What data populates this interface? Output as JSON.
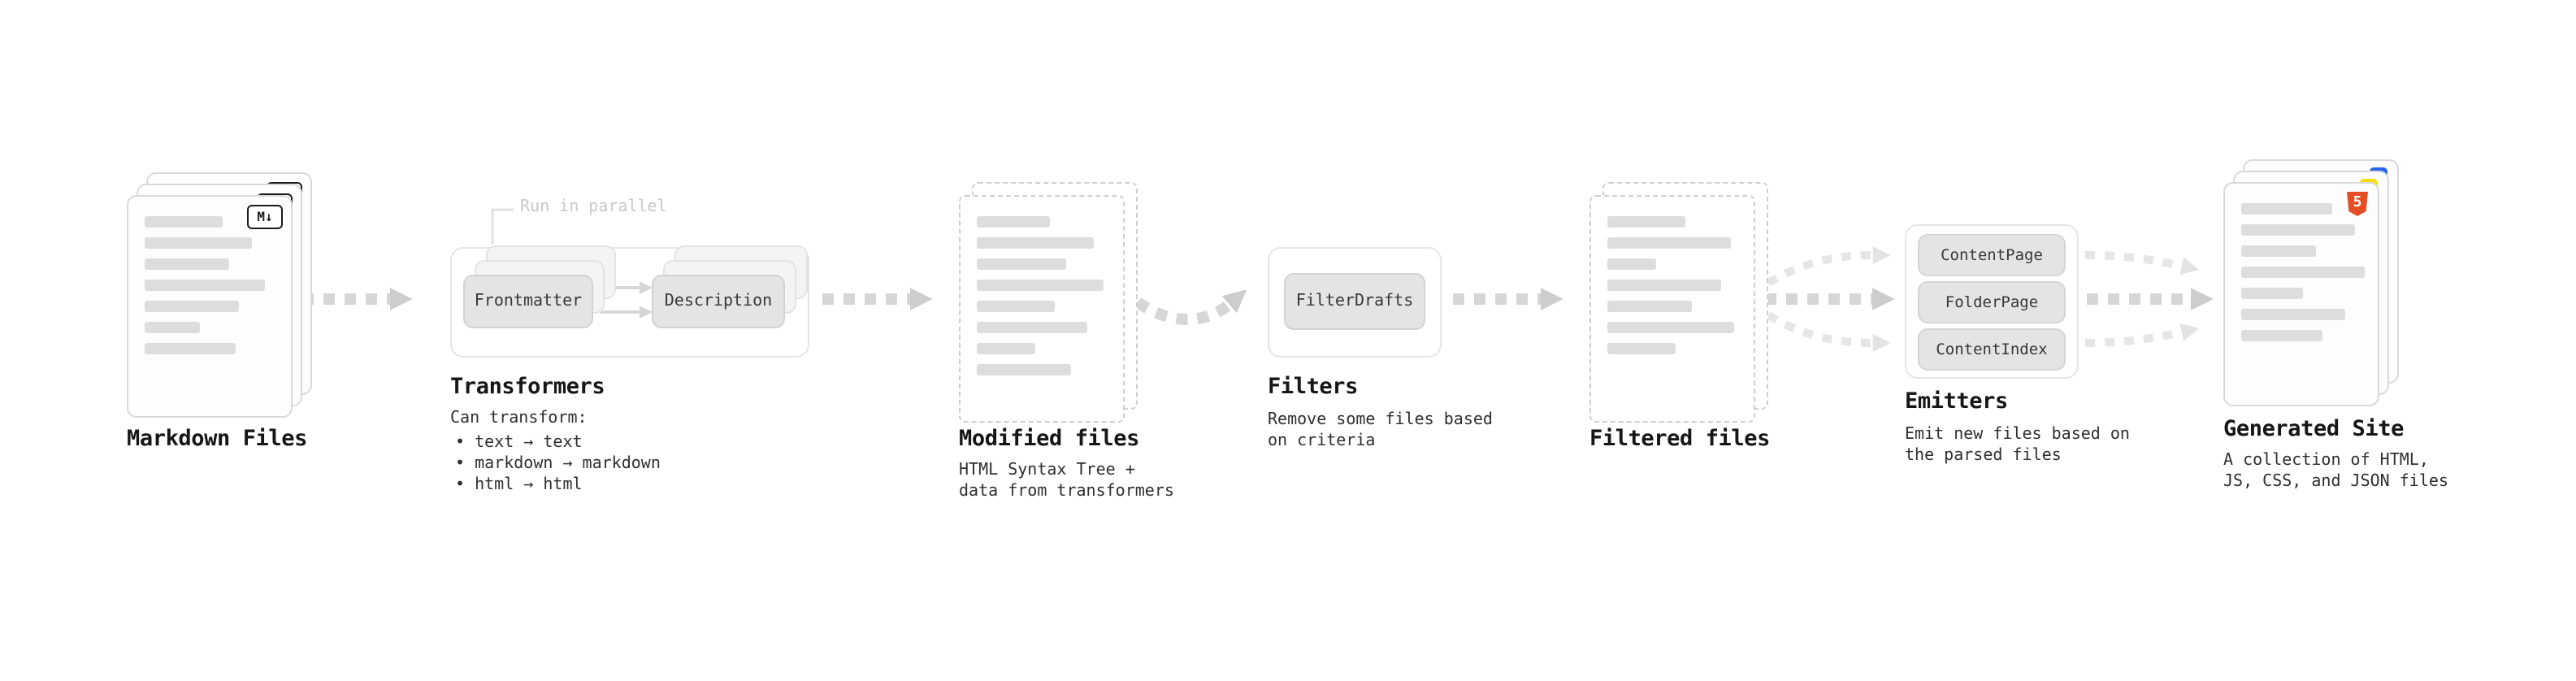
{
  "icons": {
    "markdown": "M↓",
    "html5": "5"
  },
  "markdown_files": {
    "label": "Markdown Files"
  },
  "transformers": {
    "run_in_parallel": "Run in parallel",
    "boxes": [
      "Frontmatter",
      "Description"
    ],
    "label": "Transformers",
    "desc_title": "Can transform:",
    "bullets": [
      "• text → text",
      "• markdown → markdown",
      "• html → html"
    ]
  },
  "modified_files": {
    "label": "Modified files",
    "desc_lines": [
      "HTML Syntax Tree +",
      "data from transformers"
    ]
  },
  "filters": {
    "box": "FilterDrafts",
    "label": "Filters",
    "desc_lines": [
      "Remove some files based",
      "on criteria"
    ]
  },
  "filtered_files": {
    "label": "Filtered files"
  },
  "emitters": {
    "boxes": [
      "ContentPage",
      "FolderPage",
      "ContentIndex"
    ],
    "label": "Emitters",
    "desc_lines": [
      "Emit new files based on",
      "the parsed files"
    ]
  },
  "generated_site": {
    "label": "Generated Site",
    "desc_lines": [
      "A collection of HTML,",
      "JS, CSS, and JSON files"
    ]
  },
  "colors": {
    "html5_orange": "#e44d26",
    "js_yellow": "#f5de19",
    "css_blue": "#2965f1",
    "arrow_gray": "#d6d6d6"
  }
}
